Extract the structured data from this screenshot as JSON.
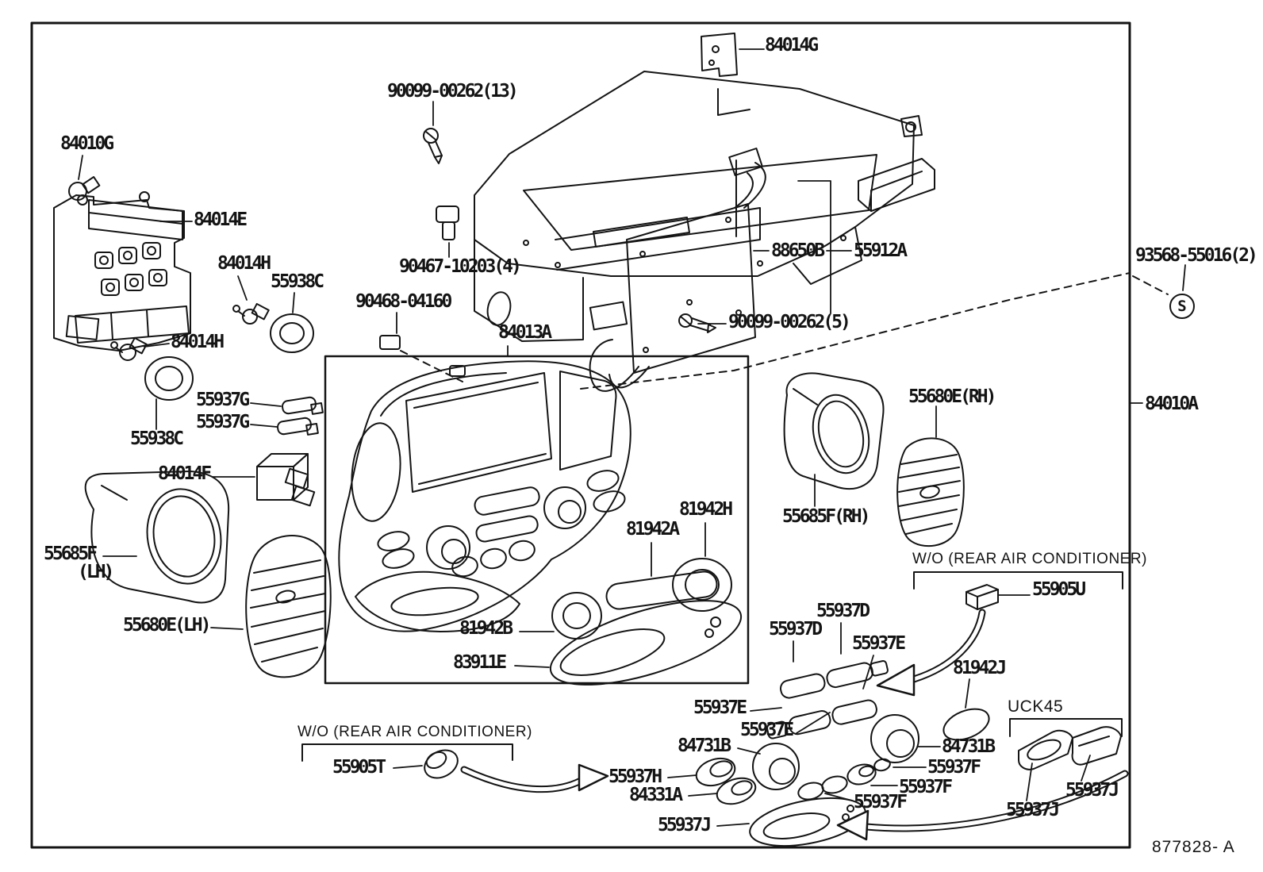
{
  "labels": {
    "p84014G": "84014G",
    "p90099_13": "90099-00262(13)",
    "p84010G": "84010G",
    "p84014E": "84014E",
    "p84014H": "84014H",
    "p55938C": "55938C",
    "p90467_4": "90467-10203(4)",
    "p90468": "90468-04160",
    "p84013A": "84013A",
    "p88650B": "88650B",
    "p55912A": "55912A",
    "p90099_5": "90099-00262(5)",
    "p93568_2": "93568-55016(2)",
    "p84010A": "84010A",
    "p55680E_RH": "55680E(RH)",
    "p55685F_RH": "55685F(RH)",
    "p55937G": "55937G",
    "p84014F": "84014F",
    "p55685F": "55685F",
    "pLH": "(LH)",
    "p55680E_LH": "55680E(LH)",
    "p81942H": "81942H",
    "p81942A": "81942A",
    "p81942B": "81942B",
    "p83911E": "83911E",
    "pWO": "W/O (REAR AIR CONDITIONER)",
    "p55905U": "55905U",
    "p55937D": "55937D",
    "p55937E": "55937E",
    "p81942J": "81942J",
    "pUCK45": "UCK45",
    "p55905T": "55905T",
    "p84731B": "84731B",
    "p55937H": "55937H",
    "p84331A": "84331A",
    "p55937F": "55937F",
    "p55937J": "55937J",
    "pS": "S",
    "pDrawingNo": "877828- A"
  }
}
